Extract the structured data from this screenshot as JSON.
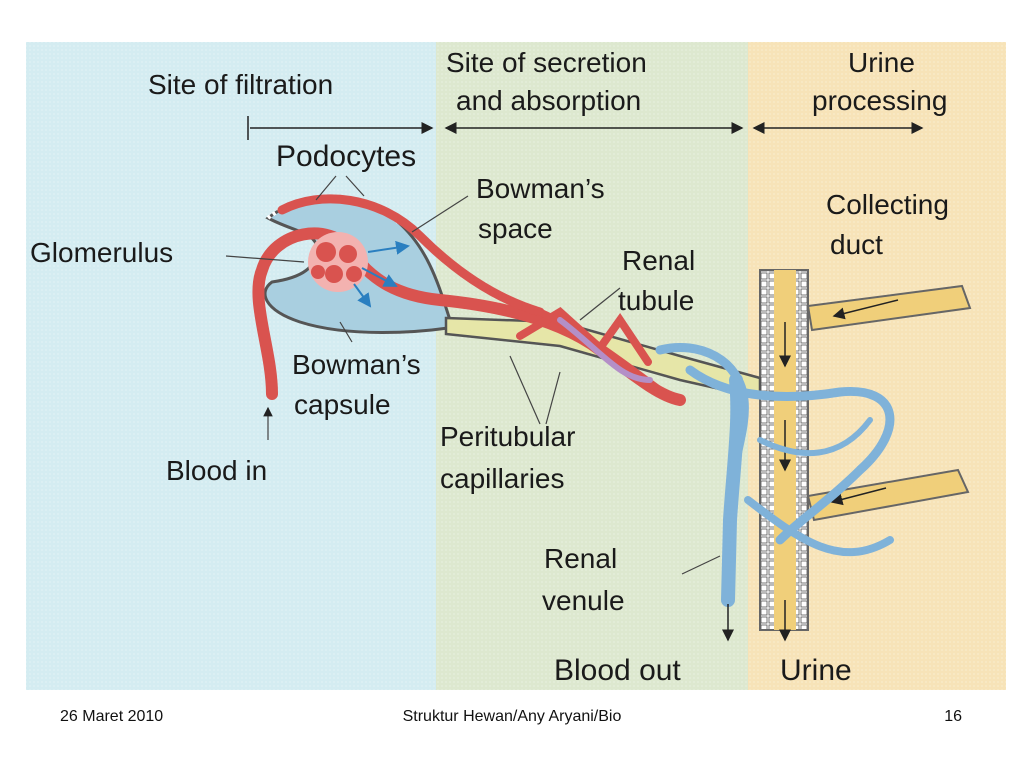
{
  "zones": {
    "filtration": "Site of filtration",
    "secretion_line1": "Site of secretion",
    "secretion_line2": "and absorption",
    "urine_line1": "Urine",
    "urine_line2": "processing"
  },
  "labels": {
    "podocytes": "Podocytes",
    "bowmans_space_1": "Bowman’s",
    "bowmans_space_2": "space",
    "glomerulus": "Glomerulus",
    "renal_tubule_1": "Renal",
    "renal_tubule_2": "tubule",
    "collecting_duct_1": "Collecting",
    "collecting_duct_2": "duct",
    "bowmans_capsule_1": "Bowman’s",
    "bowmans_capsule_2": "capsule",
    "blood_in": "Blood in",
    "peritubular_1": "Peritubular",
    "peritubular_2": "capillaries",
    "renal_venule_1": "Renal",
    "renal_venule_2": "venule",
    "blood_out": "Blood out",
    "urine": "Urine"
  },
  "footer": {
    "date": "26 Maret 2010",
    "center": "Struktur Hewan/Any Aryani/Bio",
    "page": "16"
  },
  "colors": {
    "zone_filtration": "#d4ecf1",
    "zone_secretion": "#dde8cf",
    "zone_urine": "#f7e3b8",
    "blood": "#d9534f",
    "vein": "#7fb2d9",
    "tubule": "#f0cf7a",
    "capsule_fill": "#a9cfe0"
  }
}
